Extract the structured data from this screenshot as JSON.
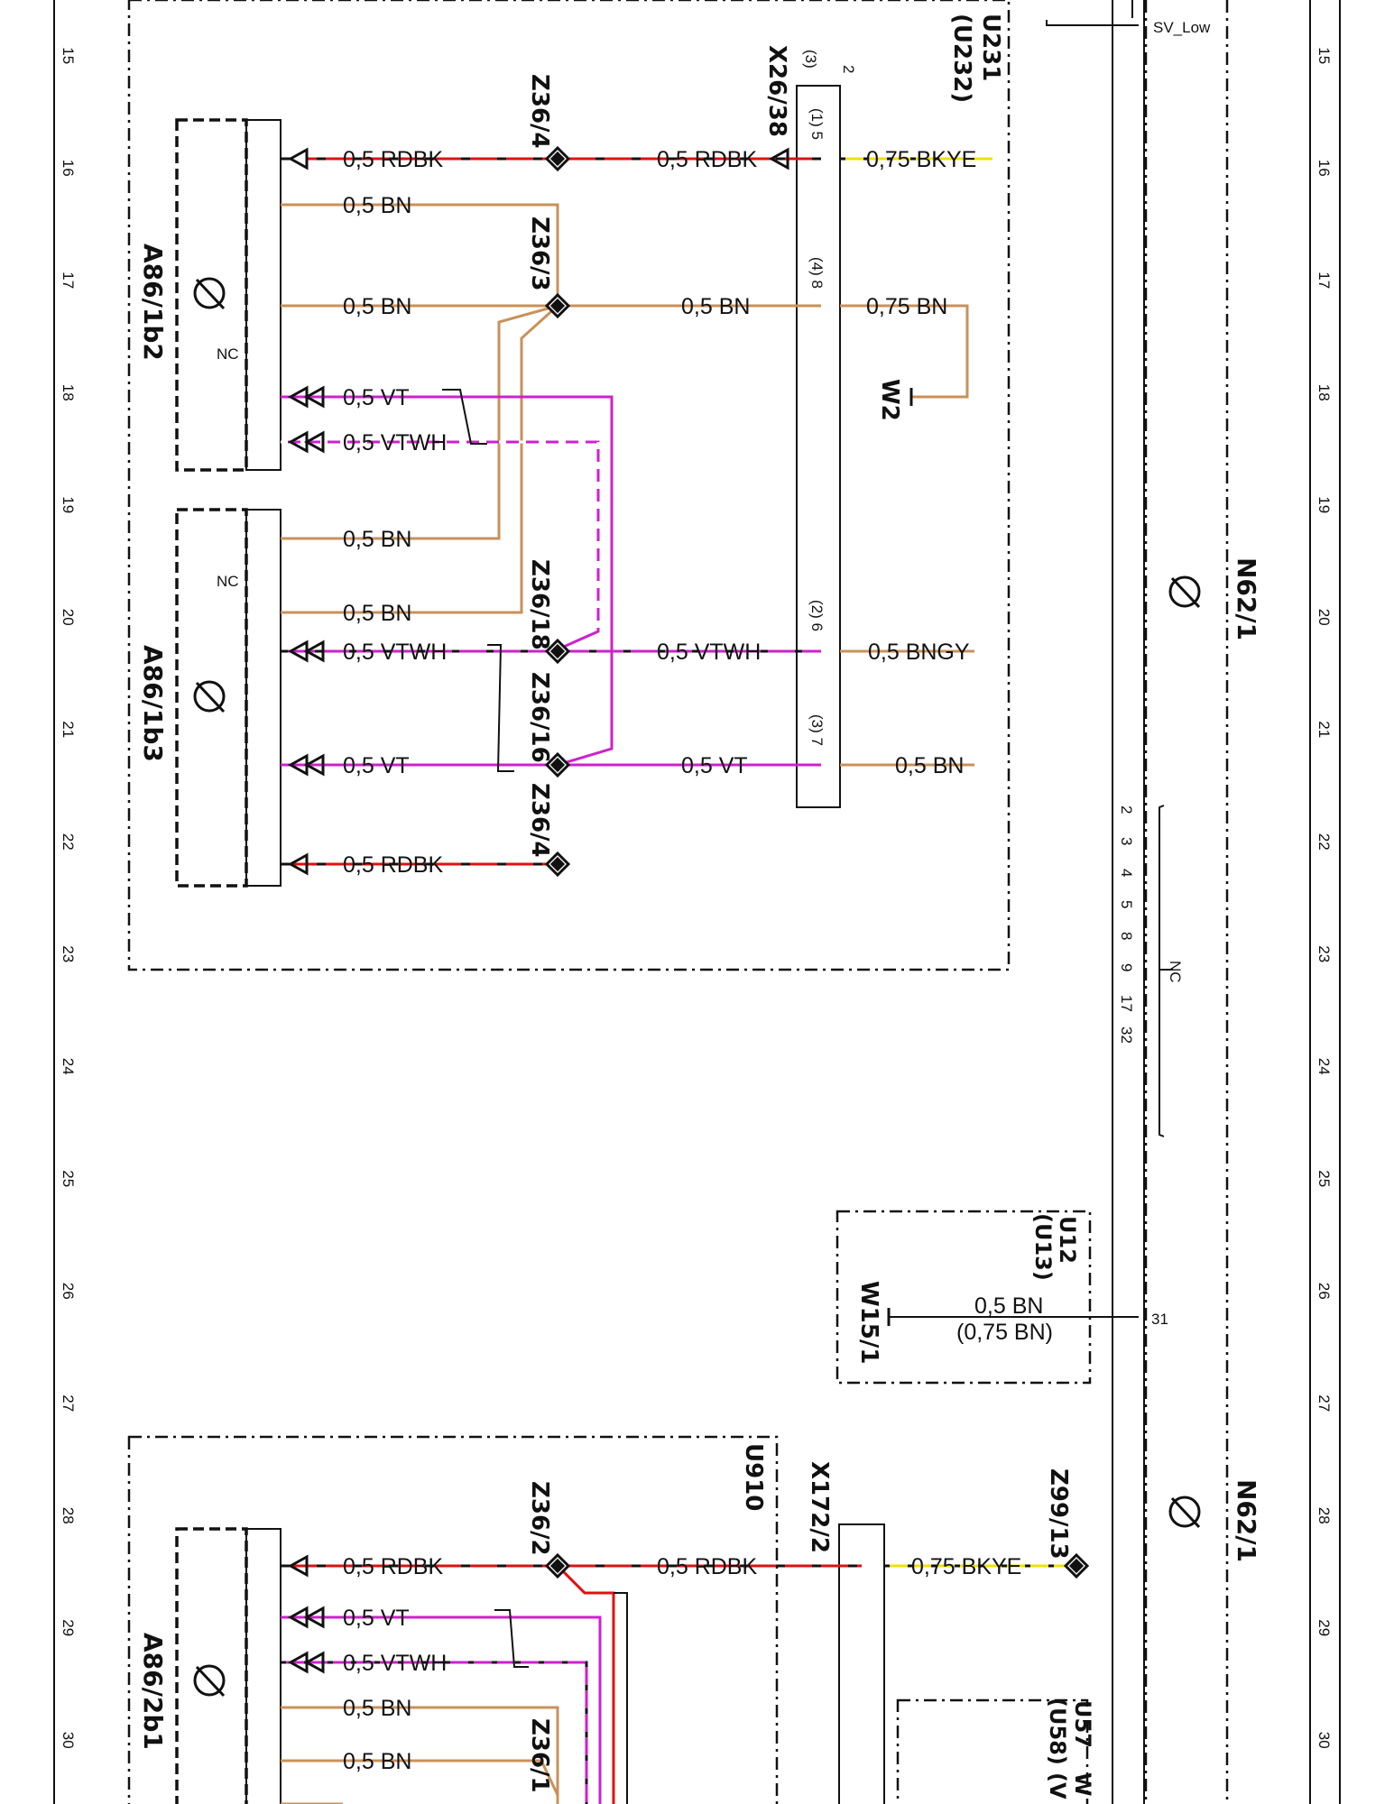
{
  "colors": {
    "RD": "#e01010",
    "BK": "#111111",
    "BN": "#c8915a",
    "VT": "#cc22cc",
    "WH": "#ffffff",
    "YE": "#f0e000",
    "GY": "#9a9a9a",
    "line": "#111111"
  },
  "grid": {
    "rows": [
      "15",
      "16",
      "17",
      "18",
      "19",
      "20",
      "21",
      "22",
      "23",
      "24",
      "25",
      "26",
      "27",
      "28",
      "29",
      "30"
    ]
  },
  "box_labels": {
    "u231": "U231",
    "u232": "(U232)",
    "u12": "U12",
    "u13": "(U13)",
    "u910": "U910",
    "u57": "U57",
    "u58": "(U58)",
    "u57_tail": "W",
    "u58_tail": "(V"
  },
  "components": {
    "a86_1b2": "A86/1b2",
    "a86_1b3": "A86/1b3",
    "a86_2b1": "A86/2b1",
    "n62_1": "N62/1",
    "w2": "W2",
    "w15_1": "W15/1",
    "x26_38": "X26/38",
    "x172_2": "X172/2",
    "z36_4": "Z36/4",
    "z36_3": "Z36/3",
    "z36_18": "Z36/18",
    "z36_16": "Z36/16",
    "z36_4b": "Z36/4",
    "z36_2": "Z36/2",
    "z36_1": "Z36/1",
    "z99_13": "Z99/13"
  },
  "wires": {
    "rdbk_05": "0,5 RDBK",
    "bn_05": "0,5 BN",
    "vt_05": "0,5 VT",
    "vtwh_05": "0,5 VTWH",
    "bkye_075": "0,75 BKYE",
    "bn_075": "0,75 BN",
    "bngy_05": "0,5 BNGY",
    "bn_075_paren": "(0,75 BN)"
  },
  "text": {
    "nc": "NC",
    "sv_low": "SV_Low",
    "pin31": "31",
    "n62_pins": [
      "2",
      "3",
      "4",
      "5",
      "8",
      "9",
      "17",
      "32"
    ],
    "x26_pins": [
      "(1) 5",
      "(4) 8",
      "(2) 6",
      "(3) 7"
    ],
    "x26_head": "(3)",
    "x26_head2": "2"
  }
}
